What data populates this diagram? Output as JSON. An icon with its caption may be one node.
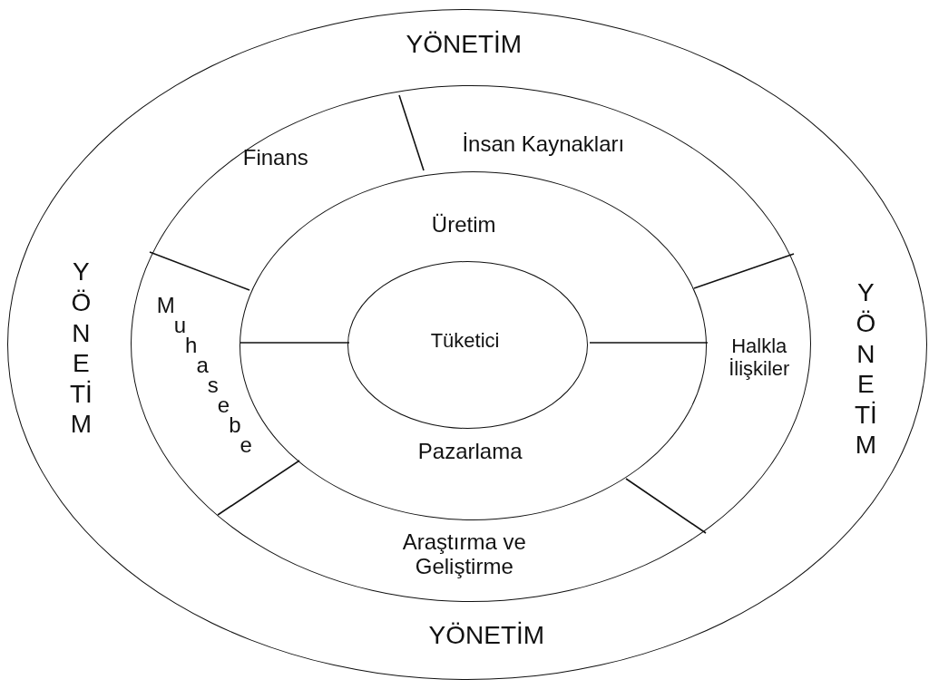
{
  "diagram": {
    "nodes": [
      {
        "text": [
          "YÖNETİM",
          "YÖNETİM",
          "YÖNETİM",
          "YÖNETİM"
        ]
      },
      {
        "text": [
          "Finans",
          "İnsan Kaynakları",
          "Muhasebe",
          "Halkla İlişkiler",
          "Araştırma ve Geliştirme"
        ],
        "in": 0
      },
      {
        "text": [
          "Üretim",
          "Pazarlama"
        ],
        "in": 1
      },
      {
        "text": [
          "Tüketici"
        ],
        "in": 2
      }
    ]
  }
}
